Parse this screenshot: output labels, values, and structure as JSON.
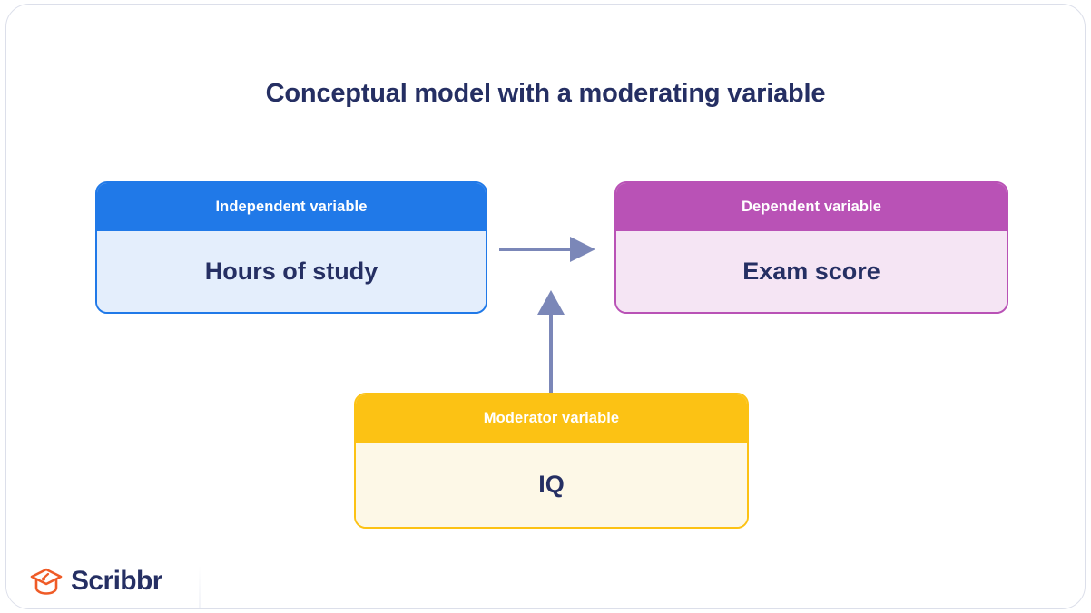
{
  "diagram": {
    "title": "Conceptual model with a moderating variable",
    "title_color": "#252f63",
    "background_color": "#ffffff",
    "nodes": [
      {
        "id": "independent",
        "role_label": "Independent variable",
        "value_label": "Hours of study",
        "header_color": "#2079e8",
        "body_color": "#e4eefc",
        "border_color": "#2079e8"
      },
      {
        "id": "dependent",
        "role_label": "Dependent variable",
        "value_label": "Exam score",
        "header_color": "#b952b6",
        "body_color": "#f5e5f4",
        "border_color": "#b952b6"
      },
      {
        "id": "moderator",
        "role_label": "Moderator variable",
        "value_label": "IQ",
        "header_color": "#fcc214",
        "body_color": "#fdf8e7",
        "border_color": "#fcc214"
      }
    ],
    "arrows": [
      {
        "id": "independent-to-dependent",
        "from": "independent",
        "to": "dependent",
        "direction": "right",
        "color": "#7b87b8"
      },
      {
        "id": "moderator-to-relationship",
        "from": "moderator",
        "to": "independent-to-dependent",
        "direction": "up",
        "color": "#7b87b8"
      }
    ]
  },
  "branding": {
    "wordmark": "Scribbr",
    "wordmark_color": "#252f63",
    "mark_color": "#ef5b27"
  }
}
